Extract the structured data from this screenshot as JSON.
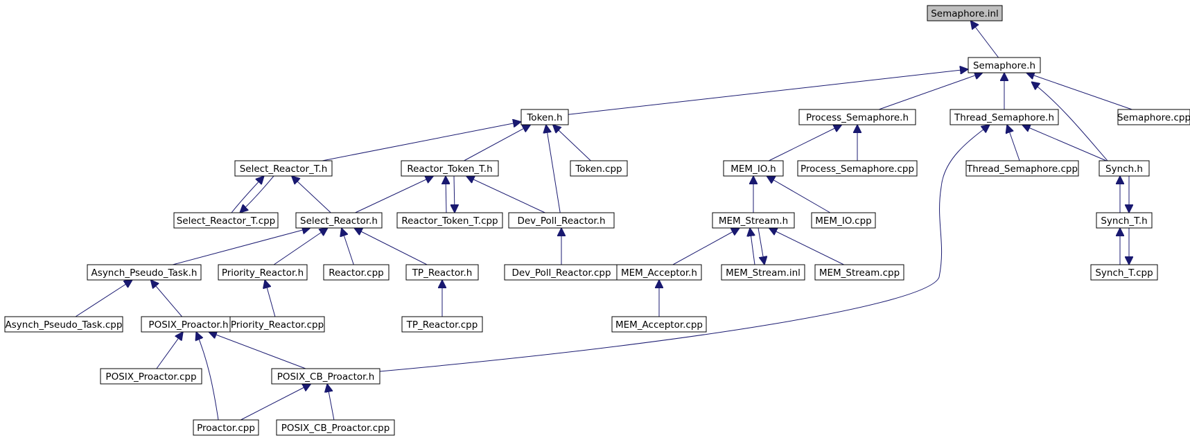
{
  "graph": {
    "colors": {
      "edge": "#191970",
      "root_fill": "#bfbfbf",
      "node_fill": "#ffffff",
      "node_stroke": "#000000"
    },
    "nodes": [
      {
        "id": "semaphore_inl",
        "label": "Semaphore.inl",
        "root": true
      },
      {
        "id": "semaphore_h",
        "label": "Semaphore.h"
      },
      {
        "id": "token_h",
        "label": "Token.h"
      },
      {
        "id": "process_semaphore_h",
        "label": "Process_Semaphore.h"
      },
      {
        "id": "thread_semaphore_h",
        "label": "Thread_Semaphore.h"
      },
      {
        "id": "semaphore_cpp",
        "label": "Semaphore.cpp"
      },
      {
        "id": "select_reactor_t_h",
        "label": "Select_Reactor_T.h"
      },
      {
        "id": "reactor_token_t_h",
        "label": "Reactor_Token_T.h"
      },
      {
        "id": "token_cpp",
        "label": "Token.cpp"
      },
      {
        "id": "mem_io_h",
        "label": "MEM_IO.h"
      },
      {
        "id": "process_semaphore_cpp",
        "label": "Process_Semaphore.cpp"
      },
      {
        "id": "thread_semaphore_cpp",
        "label": "Thread_Semaphore.cpp"
      },
      {
        "id": "synch_h",
        "label": "Synch.h"
      },
      {
        "id": "select_reactor_t_cpp",
        "label": "Select_Reactor_T.cpp"
      },
      {
        "id": "select_reactor_h",
        "label": "Select_Reactor.h"
      },
      {
        "id": "reactor_token_t_cpp",
        "label": "Reactor_Token_T.cpp"
      },
      {
        "id": "dev_poll_reactor_h",
        "label": "Dev_Poll_Reactor.h"
      },
      {
        "id": "mem_stream_h",
        "label": "MEM_Stream.h"
      },
      {
        "id": "mem_io_cpp",
        "label": "MEM_IO.cpp"
      },
      {
        "id": "synch_t_h",
        "label": "Synch_T.h"
      },
      {
        "id": "asynch_pseudo_task_h",
        "label": "Asynch_Pseudo_Task.h"
      },
      {
        "id": "priority_reactor_h",
        "label": "Priority_Reactor.h"
      },
      {
        "id": "reactor_cpp",
        "label": "Reactor.cpp"
      },
      {
        "id": "tp_reactor_h",
        "label": "TP_Reactor.h"
      },
      {
        "id": "dev_poll_reactor_cpp",
        "label": "Dev_Poll_Reactor.cpp"
      },
      {
        "id": "mem_acceptor_h",
        "label": "MEM_Acceptor.h"
      },
      {
        "id": "mem_stream_inl",
        "label": "MEM_Stream.inl"
      },
      {
        "id": "mem_stream_cpp",
        "label": "MEM_Stream.cpp"
      },
      {
        "id": "synch_t_cpp",
        "label": "Synch_T.cpp"
      },
      {
        "id": "asynch_pseudo_task_cpp",
        "label": "Asynch_Pseudo_Task.cpp"
      },
      {
        "id": "posix_proactor_h",
        "label": "POSIX_Proactor.h"
      },
      {
        "id": "priority_reactor_cpp",
        "label": "Priority_Reactor.cpp"
      },
      {
        "id": "tp_reactor_cpp",
        "label": "TP_Reactor.cpp"
      },
      {
        "id": "mem_acceptor_cpp",
        "label": "MEM_Acceptor.cpp"
      },
      {
        "id": "posix_proactor_cpp",
        "label": "POSIX_Proactor.cpp"
      },
      {
        "id": "posix_cb_proactor_h",
        "label": "POSIX_CB_Proactor.h"
      },
      {
        "id": "proactor_cpp",
        "label": "Proactor.cpp"
      },
      {
        "id": "posix_cb_proactor_cpp",
        "label": "POSIX_CB_Proactor.cpp"
      }
    ],
    "edges": [
      {
        "from": "semaphore_h",
        "to": "semaphore_inl"
      },
      {
        "from": "token_h",
        "to": "semaphore_h"
      },
      {
        "from": "process_semaphore_h",
        "to": "semaphore_h"
      },
      {
        "from": "thread_semaphore_h",
        "to": "semaphore_h"
      },
      {
        "from": "semaphore_cpp",
        "to": "semaphore_h"
      },
      {
        "from": "synch_h",
        "to": "semaphore_h"
      },
      {
        "from": "select_reactor_t_h",
        "to": "token_h"
      },
      {
        "from": "reactor_token_t_h",
        "to": "token_h"
      },
      {
        "from": "token_cpp",
        "to": "token_h"
      },
      {
        "from": "dev_poll_reactor_h",
        "to": "token_h"
      },
      {
        "from": "mem_io_h",
        "to": "process_semaphore_h"
      },
      {
        "from": "process_semaphore_cpp",
        "to": "process_semaphore_h"
      },
      {
        "from": "thread_semaphore_cpp",
        "to": "thread_semaphore_h"
      },
      {
        "from": "synch_h",
        "to": "thread_semaphore_h"
      },
      {
        "from": "posix_cb_proactor_h",
        "to": "thread_semaphore_h"
      },
      {
        "from": "select_reactor_t_cpp",
        "to": "select_reactor_t_h"
      },
      {
        "from": "select_reactor_t_h",
        "to": "select_reactor_t_cpp"
      },
      {
        "from": "select_reactor_h",
        "to": "select_reactor_t_h"
      },
      {
        "from": "select_reactor_h",
        "to": "reactor_token_t_h"
      },
      {
        "from": "reactor_token_t_cpp",
        "to": "reactor_token_t_h"
      },
      {
        "from": "reactor_token_t_h",
        "to": "reactor_token_t_cpp"
      },
      {
        "from": "dev_poll_reactor_h",
        "to": "reactor_token_t_h"
      },
      {
        "from": "mem_stream_h",
        "to": "mem_io_h"
      },
      {
        "from": "mem_io_cpp",
        "to": "mem_io_h"
      },
      {
        "from": "synch_t_h",
        "to": "synch_h"
      },
      {
        "from": "synch_h",
        "to": "synch_t_h"
      },
      {
        "from": "asynch_pseudo_task_h",
        "to": "select_reactor_h"
      },
      {
        "from": "priority_reactor_h",
        "to": "select_reactor_h"
      },
      {
        "from": "reactor_cpp",
        "to": "select_reactor_h"
      },
      {
        "from": "tp_reactor_h",
        "to": "select_reactor_h"
      },
      {
        "from": "dev_poll_reactor_cpp",
        "to": "dev_poll_reactor_h"
      },
      {
        "from": "mem_acceptor_h",
        "to": "mem_stream_h"
      },
      {
        "from": "mem_stream_inl",
        "to": "mem_stream_h"
      },
      {
        "from": "mem_stream_h",
        "to": "mem_stream_inl"
      },
      {
        "from": "mem_stream_cpp",
        "to": "mem_stream_h"
      },
      {
        "from": "synch_t_cpp",
        "to": "synch_t_h"
      },
      {
        "from": "synch_t_h",
        "to": "synch_t_cpp"
      },
      {
        "from": "asynch_pseudo_task_cpp",
        "to": "asynch_pseudo_task_h"
      },
      {
        "from": "posix_proactor_h",
        "to": "asynch_pseudo_task_h"
      },
      {
        "from": "priority_reactor_cpp",
        "to": "priority_reactor_h"
      },
      {
        "from": "tp_reactor_cpp",
        "to": "tp_reactor_h"
      },
      {
        "from": "mem_acceptor_cpp",
        "to": "mem_acceptor_h"
      },
      {
        "from": "posix_proactor_cpp",
        "to": "posix_proactor_h"
      },
      {
        "from": "posix_cb_proactor_h",
        "to": "posix_proactor_h"
      },
      {
        "from": "proactor_cpp",
        "to": "posix_proactor_h"
      },
      {
        "from": "proactor_cpp",
        "to": "posix_cb_proactor_h"
      },
      {
        "from": "posix_cb_proactor_cpp",
        "to": "posix_cb_proactor_h"
      }
    ]
  }
}
